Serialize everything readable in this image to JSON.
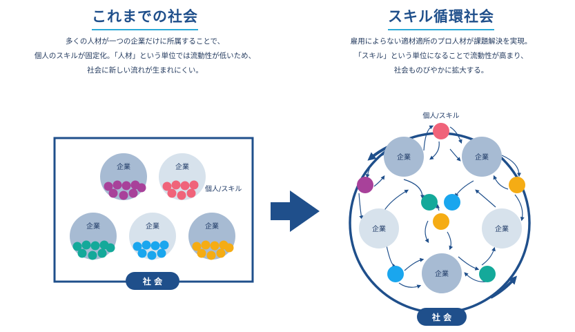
{
  "left": {
    "title": "これまでの社会",
    "description": [
      "多くの人材が一つの企業だけに所属することで、",
      "個人のスキルが固定化。「人材」という単位では流動性が低いため、",
      "社会に新しい流れが生まれにくい。"
    ],
    "company_label": "企業",
    "individual_label": "個人/スキル",
    "society_label": "社 会"
  },
  "right": {
    "title": "スキル循環社会",
    "description": [
      "雇用によらない適材適所のプロ人材が課題解決を実現。",
      "「スキル」という単位になることで流動性が高まり、",
      "社会ものびやかに拡大する。"
    ],
    "company_label": "企業",
    "individual_label": "個人/スキル",
    "society_label": "社 会"
  },
  "colors": {
    "navy": "#1f4f8b",
    "company_gray": "#a7bbd3",
    "company_light": "#d7e2ec",
    "purple": "#a8419a",
    "pink": "#f0637a",
    "teal": "#14a99a",
    "blue": "#1aa6ee",
    "yellow": "#f5ac14"
  }
}
